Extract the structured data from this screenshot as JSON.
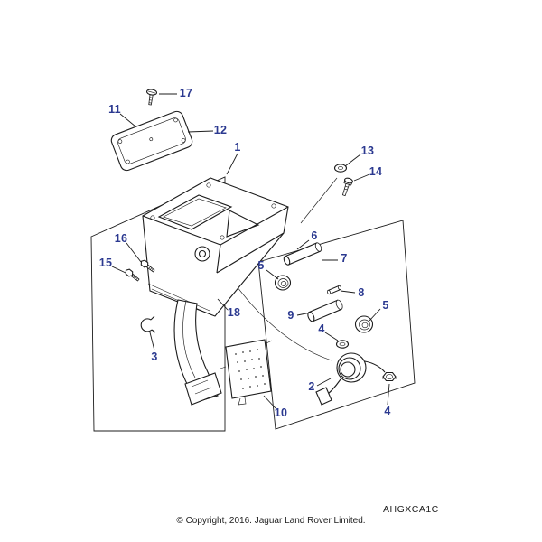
{
  "meta": {
    "diagram_code": "AHGXCA1C",
    "copyright": "© Copyright, 2016. Jaguar Land Rover Limited."
  },
  "colors": {
    "label": "#2b3990",
    "line": "#1c1c1c",
    "text": "#222222",
    "background": "#ffffff"
  },
  "callouts": {
    "c1": "1",
    "c2": "2",
    "c3": "3",
    "c4a": "4",
    "c4b": "4",
    "c5a": "5",
    "c5b": "5",
    "c6": "6",
    "c7": "7",
    "c8": "8",
    "c9": "9",
    "c10": "10",
    "c11": "11",
    "c12": "12",
    "c13": "13",
    "c14": "14",
    "c15": "15",
    "c16": "16",
    "c17": "17",
    "c18": "18"
  }
}
